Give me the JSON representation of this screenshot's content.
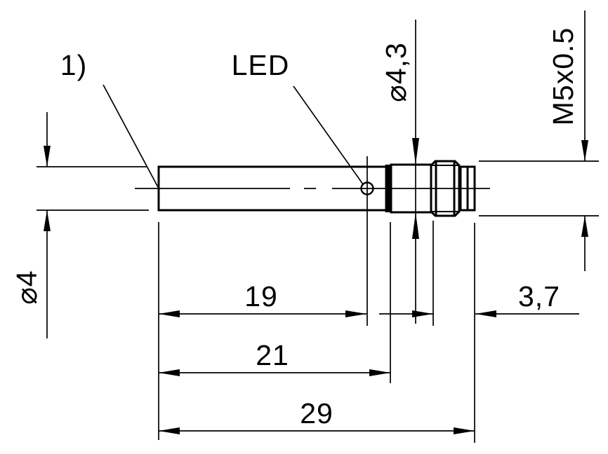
{
  "drawing": {
    "description": "Technical dimension drawing of a cylindrical M5 sensor with LED",
    "note_ref": "1)",
    "led_label": "LED",
    "dims": {
      "body_diameter": "⌀4",
      "collar_diameter": "⌀4,3",
      "thread": "M5x0.5",
      "led_position": "19",
      "body_length": "21",
      "total_length": "29",
      "thread_length": "3,7"
    },
    "colors": {
      "line": "#000000",
      "background": "#ffffff"
    }
  }
}
